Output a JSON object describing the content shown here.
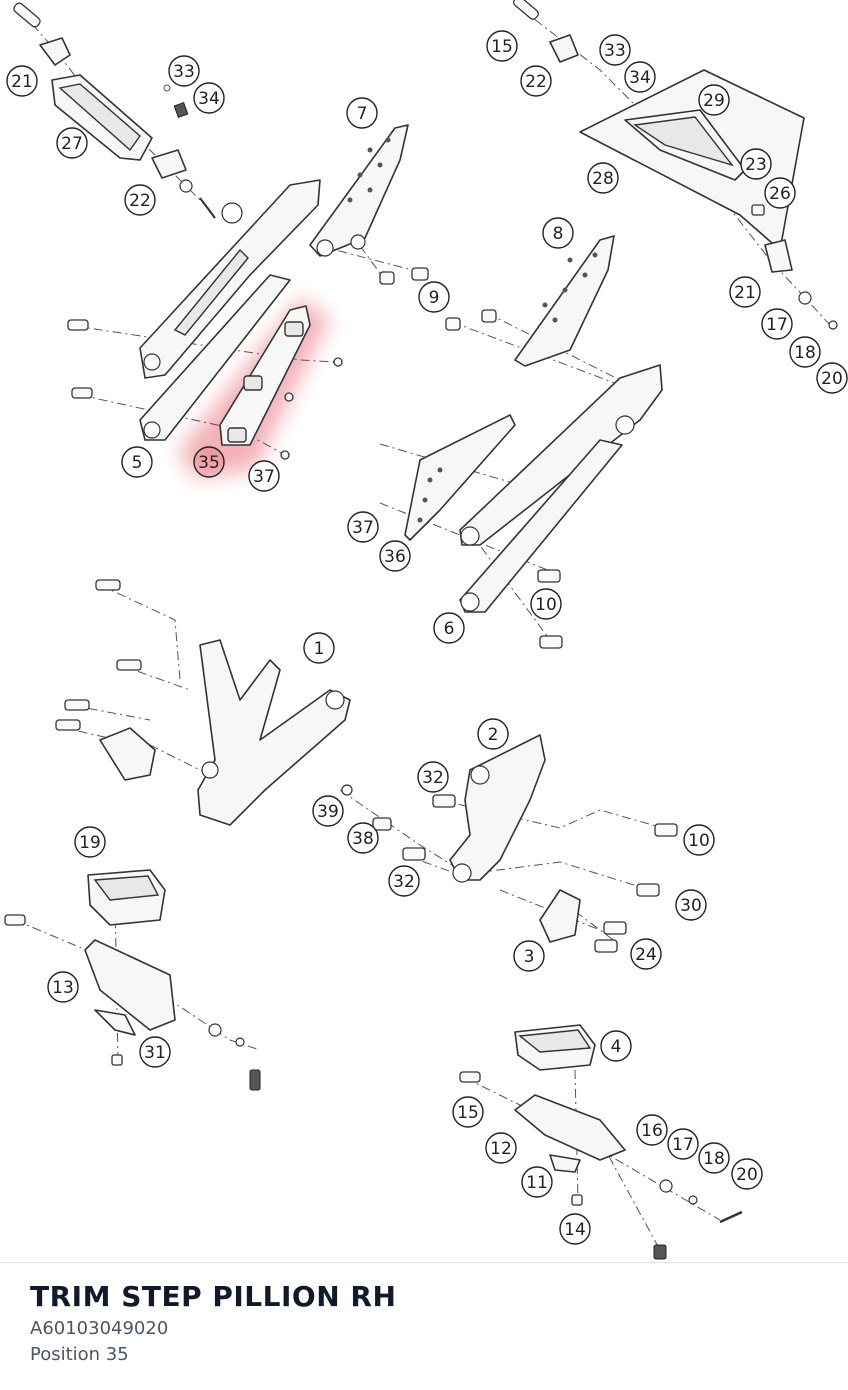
{
  "diagram": {
    "callouts": [
      {
        "label": "21"
      },
      {
        "label": "27"
      },
      {
        "label": "33"
      },
      {
        "label": "34"
      },
      {
        "label": "22"
      },
      {
        "label": "7"
      },
      {
        "label": "15"
      },
      {
        "label": "22"
      },
      {
        "label": "33"
      },
      {
        "label": "34"
      },
      {
        "label": "29"
      },
      {
        "label": "28"
      },
      {
        "label": "23"
      },
      {
        "label": "26"
      },
      {
        "label": "21"
      },
      {
        "label": "17"
      },
      {
        "label": "18"
      },
      {
        "label": "20"
      },
      {
        "label": "8"
      },
      {
        "label": "9"
      },
      {
        "label": "5"
      },
      {
        "label": "35"
      },
      {
        "label": "37"
      },
      {
        "label": "37"
      },
      {
        "label": "36"
      },
      {
        "label": "10"
      },
      {
        "label": "6"
      },
      {
        "label": "1"
      },
      {
        "label": "2"
      },
      {
        "label": "32"
      },
      {
        "label": "39"
      },
      {
        "label": "38"
      },
      {
        "label": "32"
      },
      {
        "label": "10"
      },
      {
        "label": "30"
      },
      {
        "label": "3"
      },
      {
        "label": "24"
      },
      {
        "label": "19"
      },
      {
        "label": "13"
      },
      {
        "label": "31"
      },
      {
        "label": "4"
      },
      {
        "label": "15"
      },
      {
        "label": "12"
      },
      {
        "label": "16"
      },
      {
        "label": "17"
      },
      {
        "label": "18"
      },
      {
        "label": "20"
      },
      {
        "label": "11"
      },
      {
        "label": "14"
      }
    ],
    "highlight_color": "#e8727a"
  },
  "part": {
    "name": "TRIM STEP PILLION RH",
    "number": "A60103049020",
    "position": "Position 35"
  }
}
